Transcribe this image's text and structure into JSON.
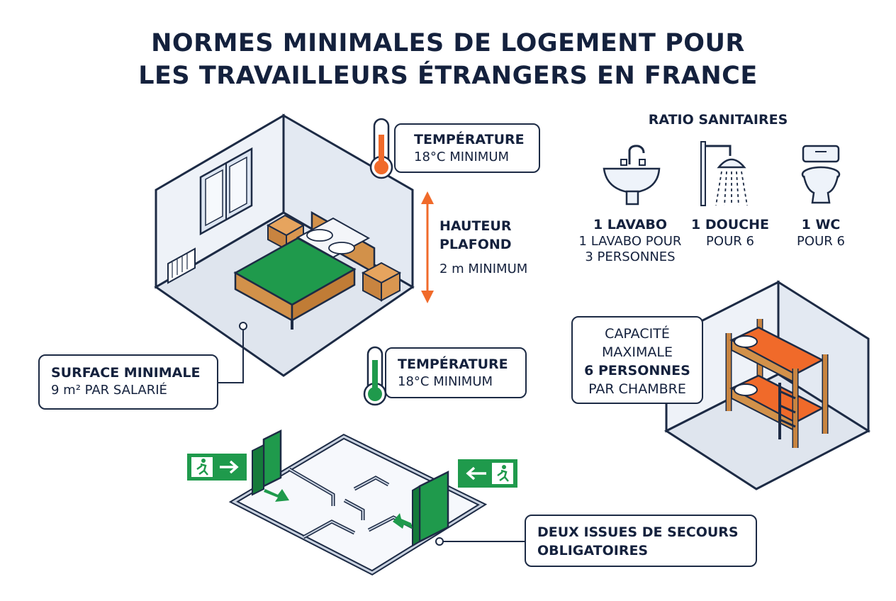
{
  "title": {
    "line1": "NORMES MINIMALES DE LOGEMENT POUR",
    "line2": "LES TRAVAILLEURS ÉTRANGERS EN FRANCE"
  },
  "temperature_top": {
    "label": "TEMPÉRATURE",
    "value": "18°C MINIMUM"
  },
  "temperature_bottom": {
    "label": "TEMPÉRATURE",
    "value": "18°C MINIMUM"
  },
  "ceiling": {
    "label_line1": "HAUTEUR",
    "label_line2": "PLAFOND",
    "value": "2 m MINIMUM"
  },
  "surface": {
    "label": "SURFACE MINIMALE",
    "value": "9 m² PAR SALARIÉ"
  },
  "sanitaires": {
    "heading": "RATIO SANITAIRES",
    "items": [
      {
        "icon": "sink-icon",
        "title": "1 LAVABO",
        "line1": "1 LAVABO POUR",
        "line2": "3 PERSONNES"
      },
      {
        "icon": "shower-icon",
        "title": "1 DOUCHE",
        "line1": "POUR 6",
        "line2": ""
      },
      {
        "icon": "toilet-icon",
        "title": "1 WC",
        "line1": "POUR 6",
        "line2": ""
      }
    ]
  },
  "capacity": {
    "line1": "CAPACITÉ",
    "line2": "MAXIMALE",
    "line3": "6 PERSONNES",
    "line4": "PAR CHAMBRE"
  },
  "exits": {
    "line1": "DEUX ISSUES DE SECOURS",
    "line2": "OBLIGATOIRES"
  },
  "colors": {
    "navy": "#14213d",
    "green": "#1f9a4c",
    "orange": "#f06a2a",
    "wood": "#d2914a",
    "wall": "#e8edf5"
  }
}
